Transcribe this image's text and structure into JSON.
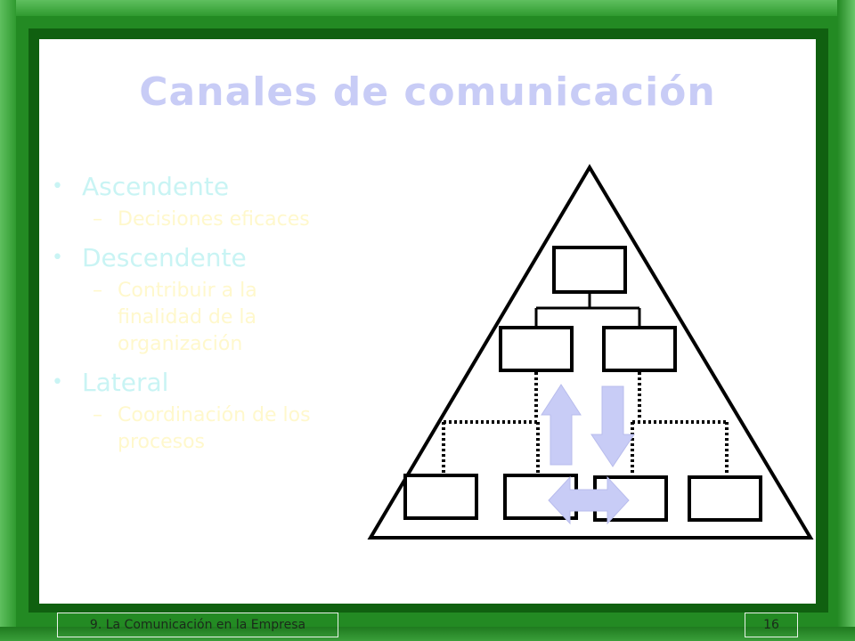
{
  "slide": {
    "title": "Canales de comunicación",
    "bullets": [
      {
        "label": "Ascendente",
        "sub": [
          "Decisiones eficaces"
        ]
      },
      {
        "label": "Descendente",
        "sub": [
          "Contribuir a la",
          "finalidad de la",
          "organización"
        ]
      },
      {
        "label": "Lateral",
        "sub": [
          "Coordinación de los",
          "procesos"
        ]
      }
    ]
  },
  "footer": {
    "section": "9. La Comunicación en la Empresa",
    "page_number": "16"
  },
  "colors": {
    "frame_green": "#238a23",
    "title": "#c8ccf6",
    "bullet_level1": "#c9f4f4",
    "bullet_level2": "#fff8cc",
    "arrow_fill": "#c8ccf6"
  }
}
